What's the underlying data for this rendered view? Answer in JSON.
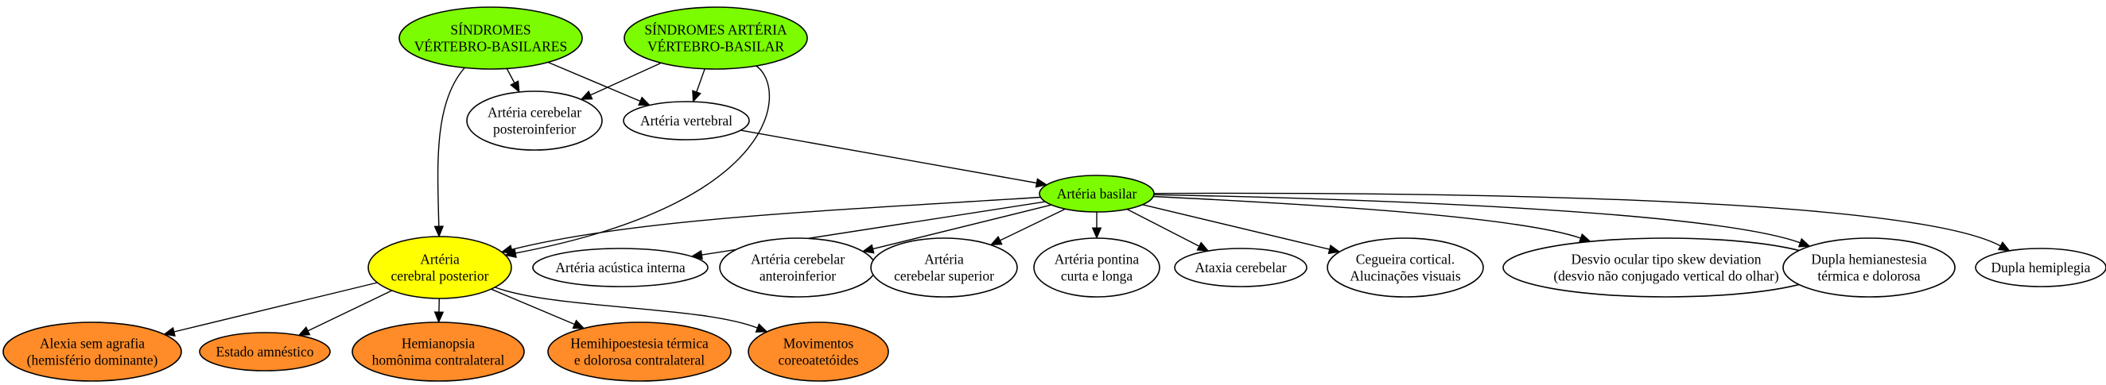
{
  "colors": {
    "green": "#7cfc00",
    "yellow": "#ffff00",
    "orange": "#ff8c28",
    "white": "#ffffff"
  },
  "nodes": {
    "sindromes_vb": {
      "lines": [
        "SÍNDROMES",
        "VÉRTEBRO-BASILARES"
      ],
      "fill": "green"
    },
    "sindromes_art": {
      "lines": [
        "SÍNDROMES ARTÉRIA",
        "VÉRTEBRO-BASILAR"
      ],
      "fill": "green"
    },
    "cerebelar_posteroinferior": {
      "lines": [
        "Artéria cerebelar",
        "posteroinferior"
      ],
      "fill": "white"
    },
    "vertebral": {
      "lines": [
        "Artéria vertebral"
      ],
      "fill": "white"
    },
    "basilar": {
      "lines": [
        "Artéria basilar"
      ],
      "fill": "green"
    },
    "cerebral_posterior": {
      "lines": [
        "Artéria",
        "cerebral posterior"
      ],
      "fill": "yellow"
    },
    "acustica_interna": {
      "lines": [
        "Artéria acústica interna"
      ],
      "fill": "white"
    },
    "cerebelar_anteroinferior": {
      "lines": [
        "Artéria cerebelar",
        "anteroinferior"
      ],
      "fill": "white"
    },
    "cerebelar_superior": {
      "lines": [
        "Artéria",
        "cerebelar superior"
      ],
      "fill": "white"
    },
    "pontina": {
      "lines": [
        "Artéria pontina",
        "curta e longa"
      ],
      "fill": "white"
    },
    "ataxia": {
      "lines": [
        "Ataxia cerebelar"
      ],
      "fill": "white"
    },
    "cegueira": {
      "lines": [
        "Cegueira cortical.",
        "Alucinações visuais"
      ],
      "fill": "white"
    },
    "skew": {
      "lines": [
        "Desvio ocular tipo skew deviation",
        "(desvio não conjugado vertical do olhar)"
      ],
      "fill": "white"
    },
    "hemianestesia": {
      "lines": [
        "Dupla hemianestesia",
        "térmica e dolorosa"
      ],
      "fill": "white"
    },
    "hemiplegia": {
      "lines": [
        "Dupla hemiplegia"
      ],
      "fill": "white"
    },
    "alexia": {
      "lines": [
        "Alexia sem agrafia",
        "(hemisfério dominante)"
      ],
      "fill": "orange"
    },
    "amnestico": {
      "lines": [
        "Estado amnéstico"
      ],
      "fill": "orange"
    },
    "hemianopsia": {
      "lines": [
        "Hemianopsia",
        "homônima contralateral"
      ],
      "fill": "orange"
    },
    "hemihipoestesia": {
      "lines": [
        "Hemihipoestesia térmica",
        "e dolorosa contralateral"
      ],
      "fill": "orange"
    },
    "movimentos": {
      "lines": [
        "Movimentos",
        "coreoatetóides"
      ],
      "fill": "orange"
    }
  },
  "edges": [
    [
      "sindromes_vb",
      "cerebelar_posteroinferior"
    ],
    [
      "sindromes_vb",
      "vertebral"
    ],
    [
      "sindromes_vb",
      "cerebral_posterior"
    ],
    [
      "sindromes_art",
      "cerebelar_posteroinferior"
    ],
    [
      "sindromes_art",
      "vertebral"
    ],
    [
      "sindromes_art",
      "cerebral_posterior"
    ],
    [
      "vertebral",
      "basilar"
    ],
    [
      "basilar",
      "cerebral_posterior"
    ],
    [
      "basilar",
      "acustica_interna"
    ],
    [
      "basilar",
      "cerebelar_anteroinferior"
    ],
    [
      "basilar",
      "cerebelar_superior"
    ],
    [
      "basilar",
      "pontina"
    ],
    [
      "basilar",
      "ataxia"
    ],
    [
      "basilar",
      "cegueira"
    ],
    [
      "basilar",
      "skew"
    ],
    [
      "basilar",
      "hemianestesia"
    ],
    [
      "basilar",
      "hemiplegia"
    ],
    [
      "cerebral_posterior",
      "alexia"
    ],
    [
      "cerebral_posterior",
      "amnestico"
    ],
    [
      "cerebral_posterior",
      "hemianopsia"
    ],
    [
      "cerebral_posterior",
      "hemihipoestesia"
    ],
    [
      "cerebral_posterior",
      "movimentos"
    ]
  ]
}
